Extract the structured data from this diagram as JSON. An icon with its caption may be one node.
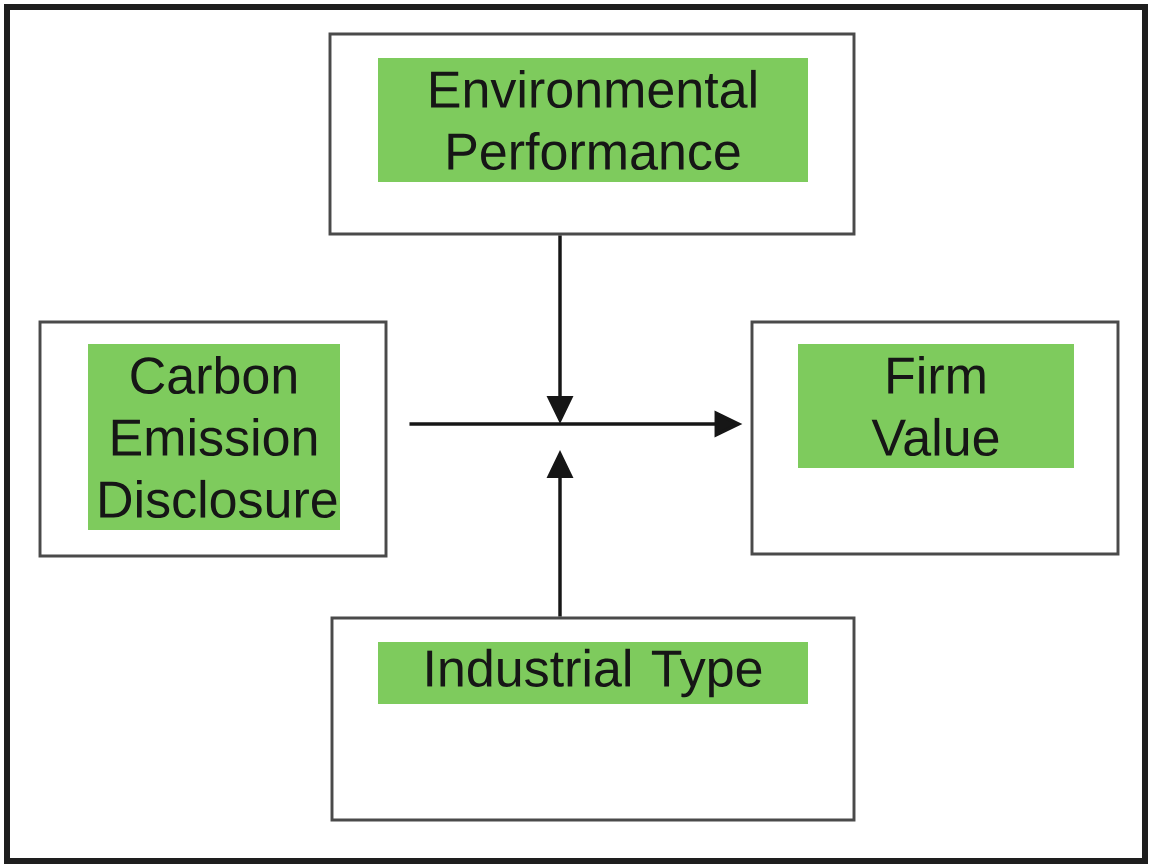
{
  "diagram": {
    "nodes": [
      {
        "text": [
          "Environmental Performance"
        ]
      },
      {
        "text": [
          "Carbon Emission Disclosure"
        ]
      },
      {
        "text": [
          "Firm Value"
        ]
      },
      {
        "text": [
          "Industrial Type"
        ]
      }
    ],
    "edges": [
      {
        "from": 1,
        "to": 2,
        "arrow": "to"
      },
      {
        "from": 0,
        "to": null,
        "arrow": "to"
      },
      {
        "from": 3,
        "to": null,
        "arrow": "to"
      }
    ]
  }
}
